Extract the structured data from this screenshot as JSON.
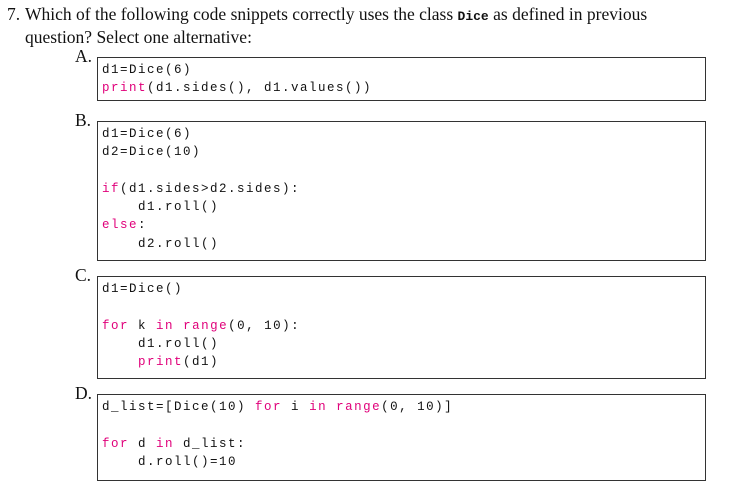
{
  "question": {
    "number": "7.",
    "text_before": "Which of the following code snippets correctly uses the class",
    "code_term": "Dice",
    "text_after": "as defined in previous",
    "line2": "question? Select one alternative:"
  },
  "colors": {
    "keyword": "#e0007a"
  },
  "options": [
    {
      "label": "A.",
      "lines": [
        [
          {
            "t": "d1=Dice(6)"
          }
        ],
        [
          {
            "t": "print",
            "k": true
          },
          {
            "t": "(d1.sides(), d1.values())"
          }
        ]
      ]
    },
    {
      "label": "B.",
      "lines": [
        [
          {
            "t": "d1=Dice(6)"
          }
        ],
        [
          {
            "t": "d2=Dice(10)"
          }
        ],
        [],
        [
          {
            "t": "if",
            "k": true
          },
          {
            "t": "(d1.sides>d2.sides):"
          }
        ],
        [
          {
            "t": "    d1.roll()"
          }
        ],
        [
          {
            "t": "else",
            "k": true
          },
          {
            "t": ":"
          }
        ],
        [
          {
            "t": "    d2.roll()"
          }
        ]
      ]
    },
    {
      "label": "C.",
      "lines": [
        [
          {
            "t": "d1=Dice()"
          }
        ],
        [],
        [
          {
            "t": "for",
            "k": true
          },
          {
            "t": " k "
          },
          {
            "t": "in",
            "k": true
          },
          {
            "t": " "
          },
          {
            "t": "range",
            "k": true
          },
          {
            "t": "(0, 10):"
          }
        ],
        [
          {
            "t": "    d1.roll()"
          }
        ],
        [
          {
            "t": "    "
          },
          {
            "t": "print",
            "k": true
          },
          {
            "t": "(d1)"
          }
        ]
      ]
    },
    {
      "label": "D.",
      "lines": [
        [
          {
            "t": "d_list=[Dice(10) "
          },
          {
            "t": "for",
            "k": true
          },
          {
            "t": " i "
          },
          {
            "t": "in",
            "k": true
          },
          {
            "t": " "
          },
          {
            "t": "range",
            "k": true
          },
          {
            "t": "(0, 10)]"
          }
        ],
        [],
        [
          {
            "t": "for",
            "k": true
          },
          {
            "t": " d "
          },
          {
            "t": "in",
            "k": true
          },
          {
            "t": " d_list:"
          }
        ],
        [
          {
            "t": "    d.roll()=10"
          }
        ]
      ]
    }
  ]
}
